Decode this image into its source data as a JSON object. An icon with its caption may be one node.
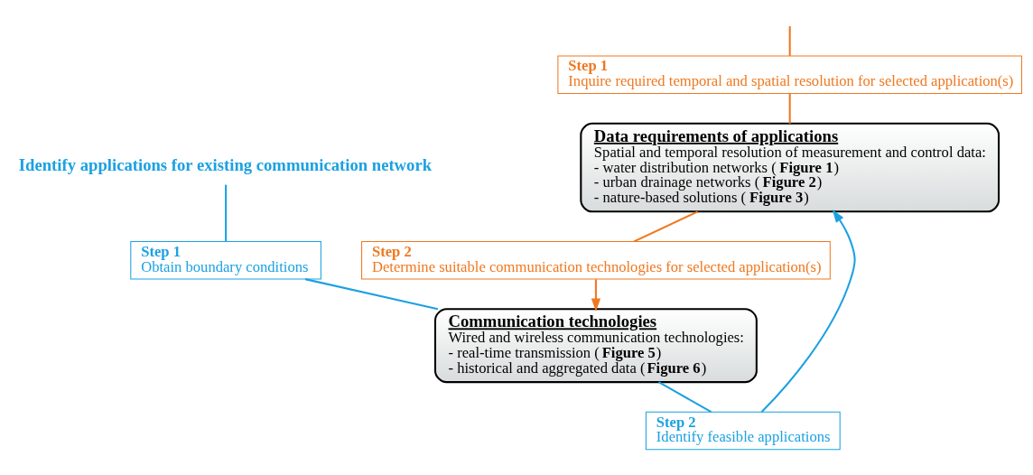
{
  "diagram": {
    "nodes": [
      {
        "text": [
          "Step 1",
          "Inquire required temporal and spatial resolution for selected application(s)"
        ]
      },
      {
        "text": [
          "Data requirements of applications",
          "Spatial and temporal resolution of measurement and control data:",
          " - water distribution networks (**Figure 1**)",
          " - urban drainage networks (**Figure 2**)",
          " - nature-based solutions (**Figure 3**)"
        ]
      },
      {
        "text": [
          "Step 2",
          "Determine suitable communication technologies for selected application(s)"
        ]
      },
      {
        "text": [
          "Communication technologies",
          "Wired and wireless communication technologies:",
          " - real-time transmission (**Figure 5**)",
          " - historical and aggregated data (**Figure 6**)"
        ]
      },
      {
        "text": [
          "Step 2",
          "Identify feasible applications"
        ]
      },
      {
        "text": [
          "Step 1",
          "Obtain boundary conditions"
        ]
      },
      {
        "text": [
          "Identify applications for existing communication network"
        ]
      }
    ],
    "edges": [
      {
        "from": null,
        "to": 0,
        "arrow": "none",
        "color": "#f07820"
      },
      {
        "from": 0,
        "to": 1,
        "arrow": "none",
        "color": "#f07820"
      },
      {
        "from": 1,
        "to": 2,
        "arrow": "none",
        "color": "#f07820"
      },
      {
        "from": 2,
        "to": 3,
        "arrow": "to",
        "color": "#f07820"
      },
      {
        "from": 6,
        "to": 5,
        "arrow": "none",
        "color": "#1ba1e2"
      },
      {
        "from": 5,
        "to": 3,
        "arrow": "none",
        "color": "#1ba1e2"
      },
      {
        "from": 3,
        "to": 4,
        "arrow": "none",
        "color": "#1ba1e2"
      },
      {
        "from": 4,
        "to": 1,
        "arrow": "to",
        "color": "#1ba1e2"
      }
    ]
  }
}
